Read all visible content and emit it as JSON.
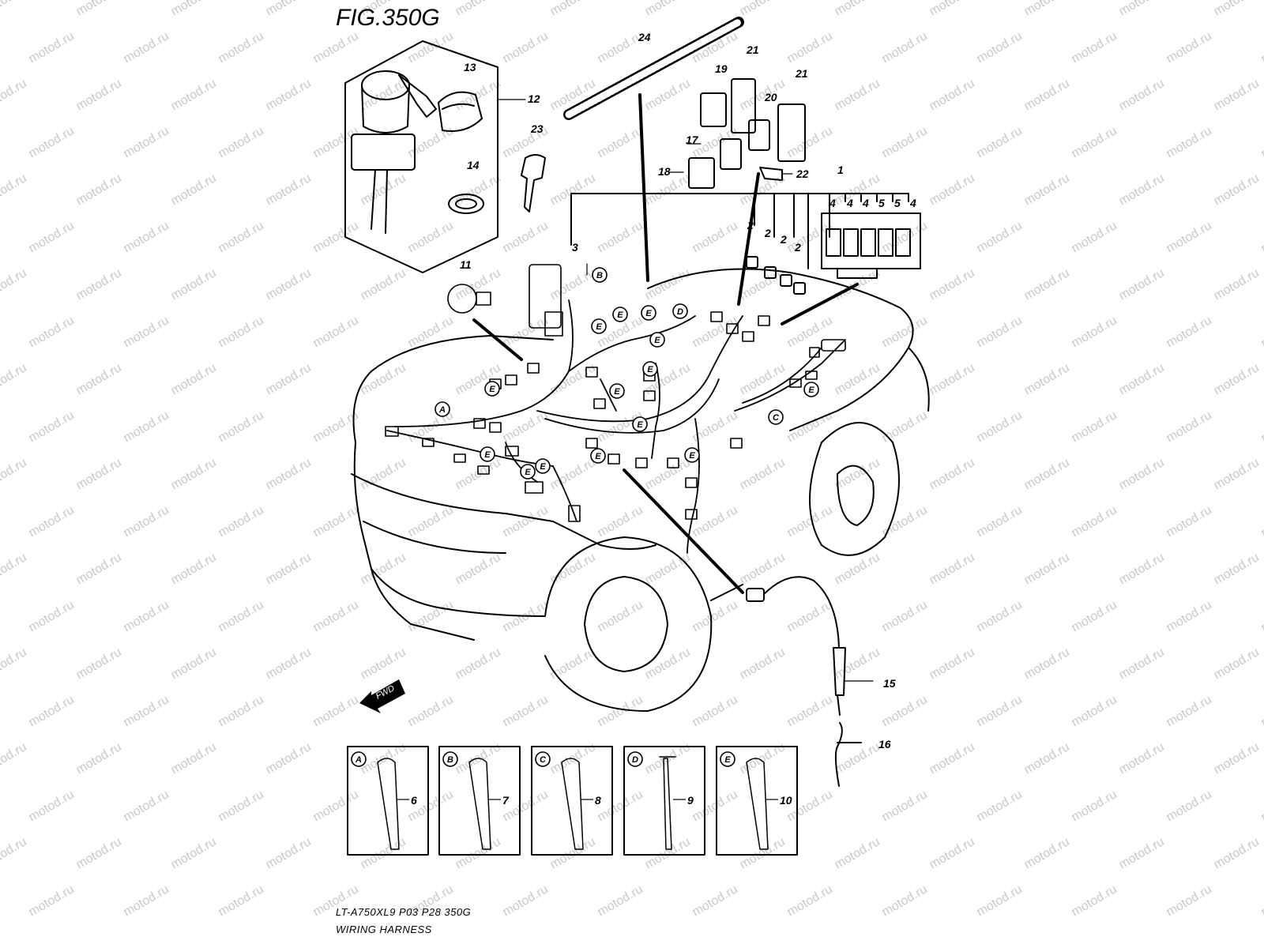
{
  "figure": {
    "title": "FIG.350G",
    "model_code": "LT-A750XL9  P03  P28  350G",
    "section_name": "WIRING HARNESS"
  },
  "watermark_text": "motod.ru",
  "fwd_label": "FWD",
  "callouts": [
    "1",
    "2",
    "2",
    "2",
    "2",
    "3",
    "4",
    "4",
    "4",
    "5",
    "5",
    "4",
    "11",
    "12",
    "13",
    "14",
    "15",
    "16",
    "17",
    "18",
    "19",
    "20",
    "21",
    "21",
    "22",
    "23",
    "24"
  ],
  "clamp_letters": [
    "A",
    "B",
    "C",
    "D",
    "E",
    "E",
    "E",
    "E",
    "E",
    "E",
    "E",
    "E",
    "E",
    "E",
    "E",
    "E",
    "E",
    "E"
  ],
  "clamp_panels": [
    {
      "letter": "A",
      "part": "6"
    },
    {
      "letter": "B",
      "part": "7"
    },
    {
      "letter": "C",
      "part": "8"
    },
    {
      "letter": "D",
      "part": "9"
    },
    {
      "letter": "E",
      "part": "10"
    }
  ],
  "colors": {
    "ink": "#000000",
    "watermark": "#c8c8c8",
    "background": "#ffffff"
  }
}
